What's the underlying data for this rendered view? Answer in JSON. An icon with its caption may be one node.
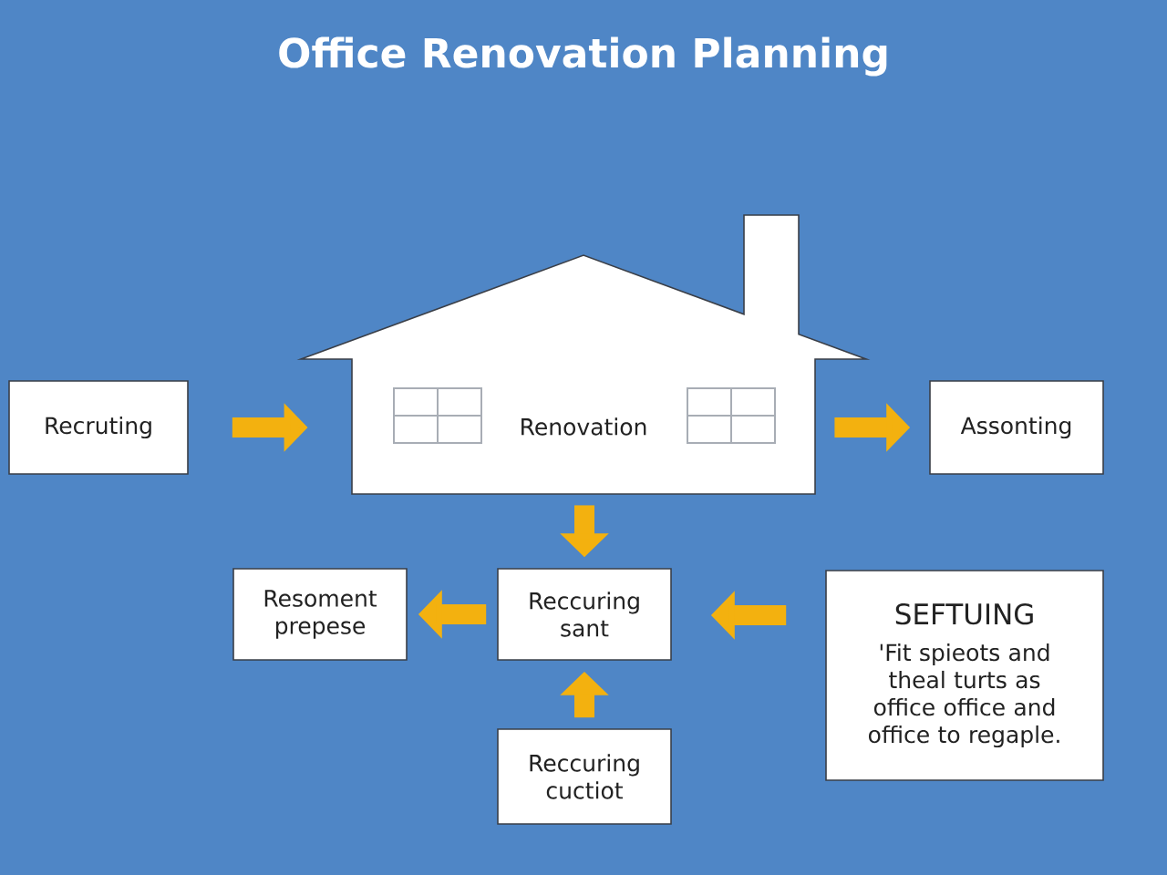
{
  "diagram": {
    "title": "Office Renovation Planning",
    "nodes": [
      {
        "text": [
          "Recruting"
        ]
      },
      {
        "text": [
          "Renovation"
        ]
      },
      {
        "text": [
          "Assonting"
        ]
      },
      {
        "text": [
          "Resoment prepese"
        ]
      },
      {
        "text": [
          "Reccuring sant"
        ]
      },
      {
        "text": [
          "SEFTUING",
          "'Fit spieots and theal turts as office office and office to regaple."
        ]
      },
      {
        "text": [
          "Reccuring cuctiot"
        ]
      }
    ],
    "edges": [
      {
        "from": 0,
        "to": 1,
        "arrow": "to"
      },
      {
        "from": 1,
        "to": 2,
        "arrow": "to"
      },
      {
        "from": 1,
        "to": 4,
        "arrow": "to"
      },
      {
        "from": 4,
        "to": 3,
        "arrow": "to"
      },
      {
        "from": 5,
        "to": 4,
        "arrow": "to"
      },
      {
        "from": 6,
        "to": 4,
        "arrow": "to"
      }
    ]
  }
}
